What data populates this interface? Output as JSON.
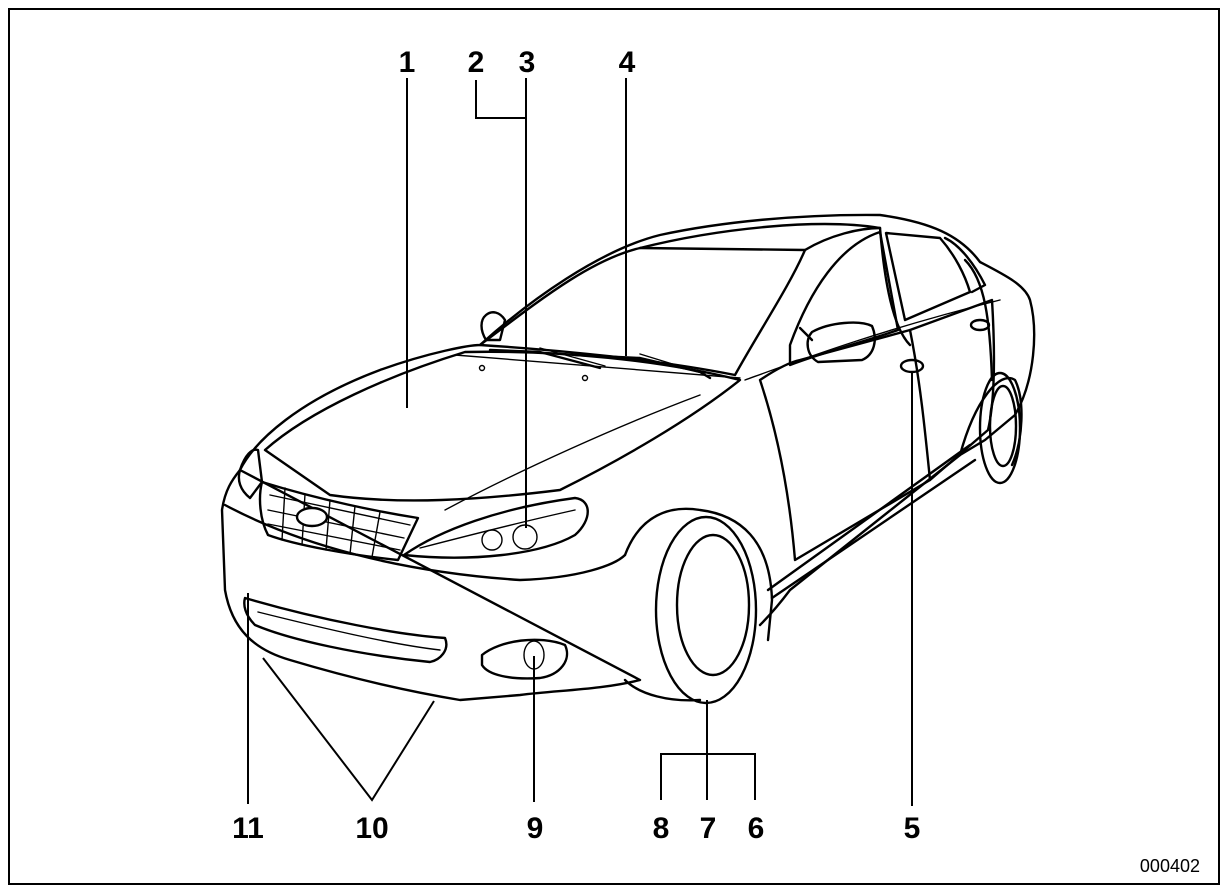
{
  "labels": {
    "l1": "1",
    "l2": "2",
    "l3": "3",
    "l4": "4",
    "l5": "5",
    "l6": "6",
    "l7": "7",
    "l8": "8",
    "l9": "9",
    "l10": "10",
    "l11": "11"
  },
  "figure_code": "000402"
}
